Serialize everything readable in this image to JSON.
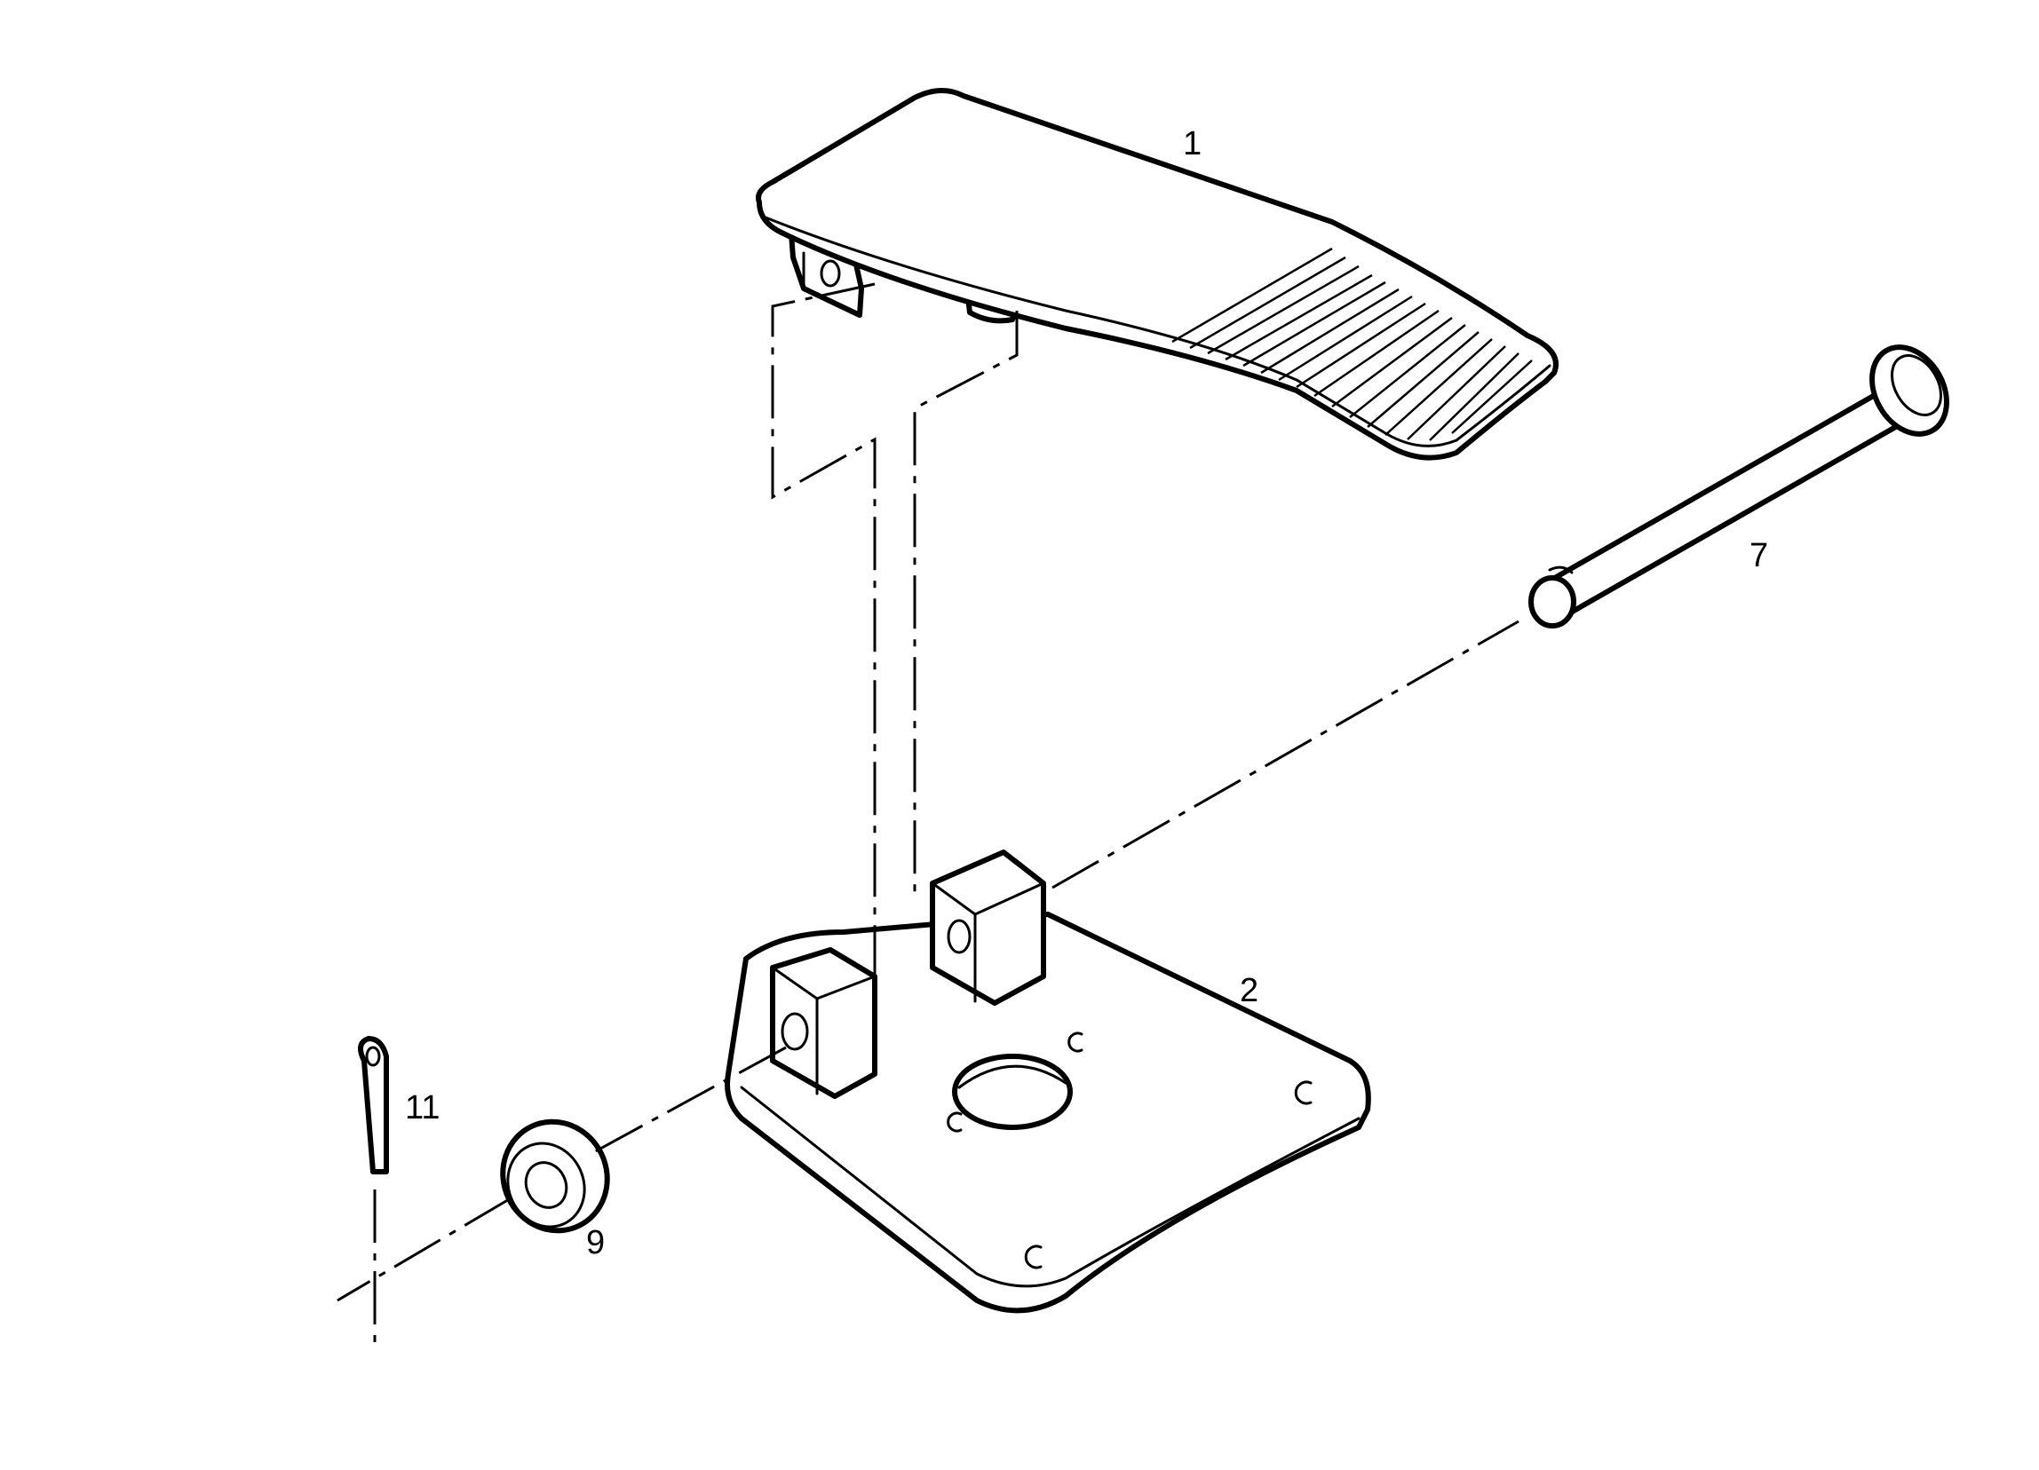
{
  "diagram": {
    "labels": [
      {
        "id": "pedal",
        "text": "1"
      },
      {
        "id": "base-plate",
        "text": "2"
      },
      {
        "id": "pivot-pin",
        "text": "7"
      },
      {
        "id": "washer",
        "text": "9"
      },
      {
        "id": "cotter-pin",
        "text": "11"
      }
    ]
  },
  "colors": {
    "line": "#000000",
    "background": "#ffffff"
  }
}
